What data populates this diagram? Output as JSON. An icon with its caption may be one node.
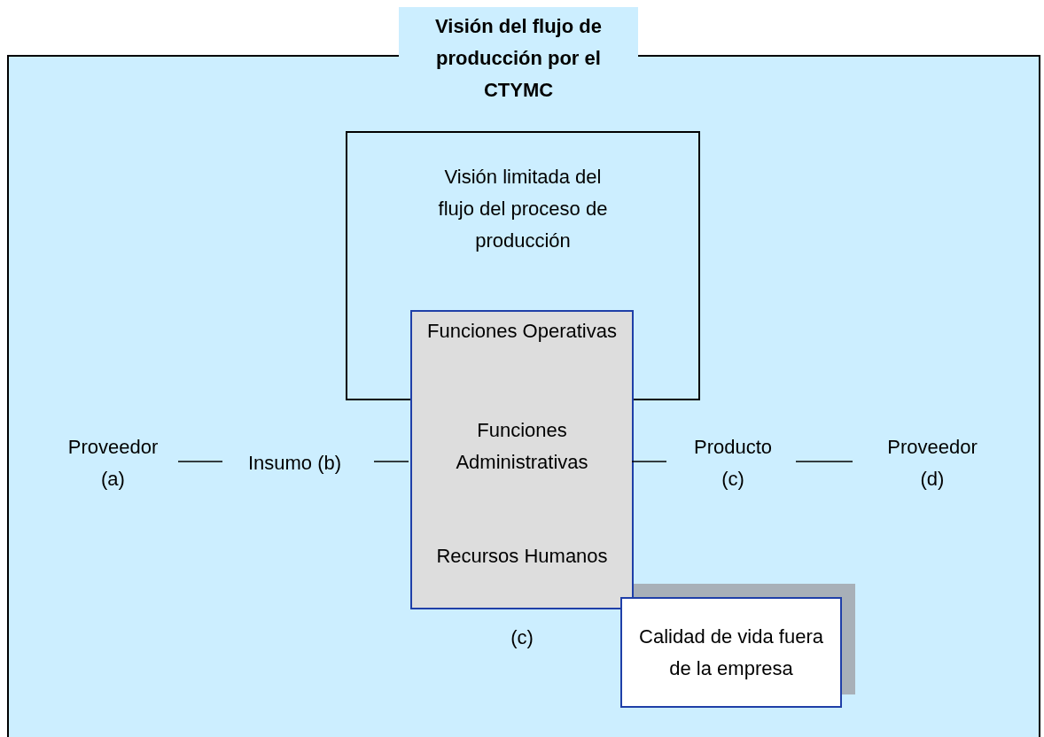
{
  "diagram": {
    "nodes": [
      {
        "text": [
          "Visión del flujo de producción por el CTYMC"
        ]
      },
      {
        "text": [
          "Visión limitada del flujo del proceso de producción"
        ],
        "in": 0
      },
      {
        "text": [
          "Funciones Operativas",
          "Funciones Administrativas",
          "Recursos Humanos"
        ],
        "beside": [
          "(c)"
        ],
        "in": 0
      },
      {
        "text": [
          "Proveedor (a)"
        ],
        "in": 0
      },
      {
        "text": [
          "Insumo (b)"
        ],
        "in": 0
      },
      {
        "text": [
          "Producto (c)"
        ],
        "in": 0
      },
      {
        "text": [
          "Proveedor (d)"
        ],
        "in": 0
      },
      {
        "text": [
          "Calidad de vida fuera de la empresa"
        ],
        "in": 0
      }
    ],
    "edges": [
      {
        "from": 3,
        "to": 4,
        "arrow": "none"
      },
      {
        "from": 4,
        "to": 2,
        "arrow": "none"
      },
      {
        "from": 2,
        "to": 5,
        "arrow": "none"
      },
      {
        "from": 5,
        "to": 6,
        "arrow": "none"
      }
    ]
  }
}
